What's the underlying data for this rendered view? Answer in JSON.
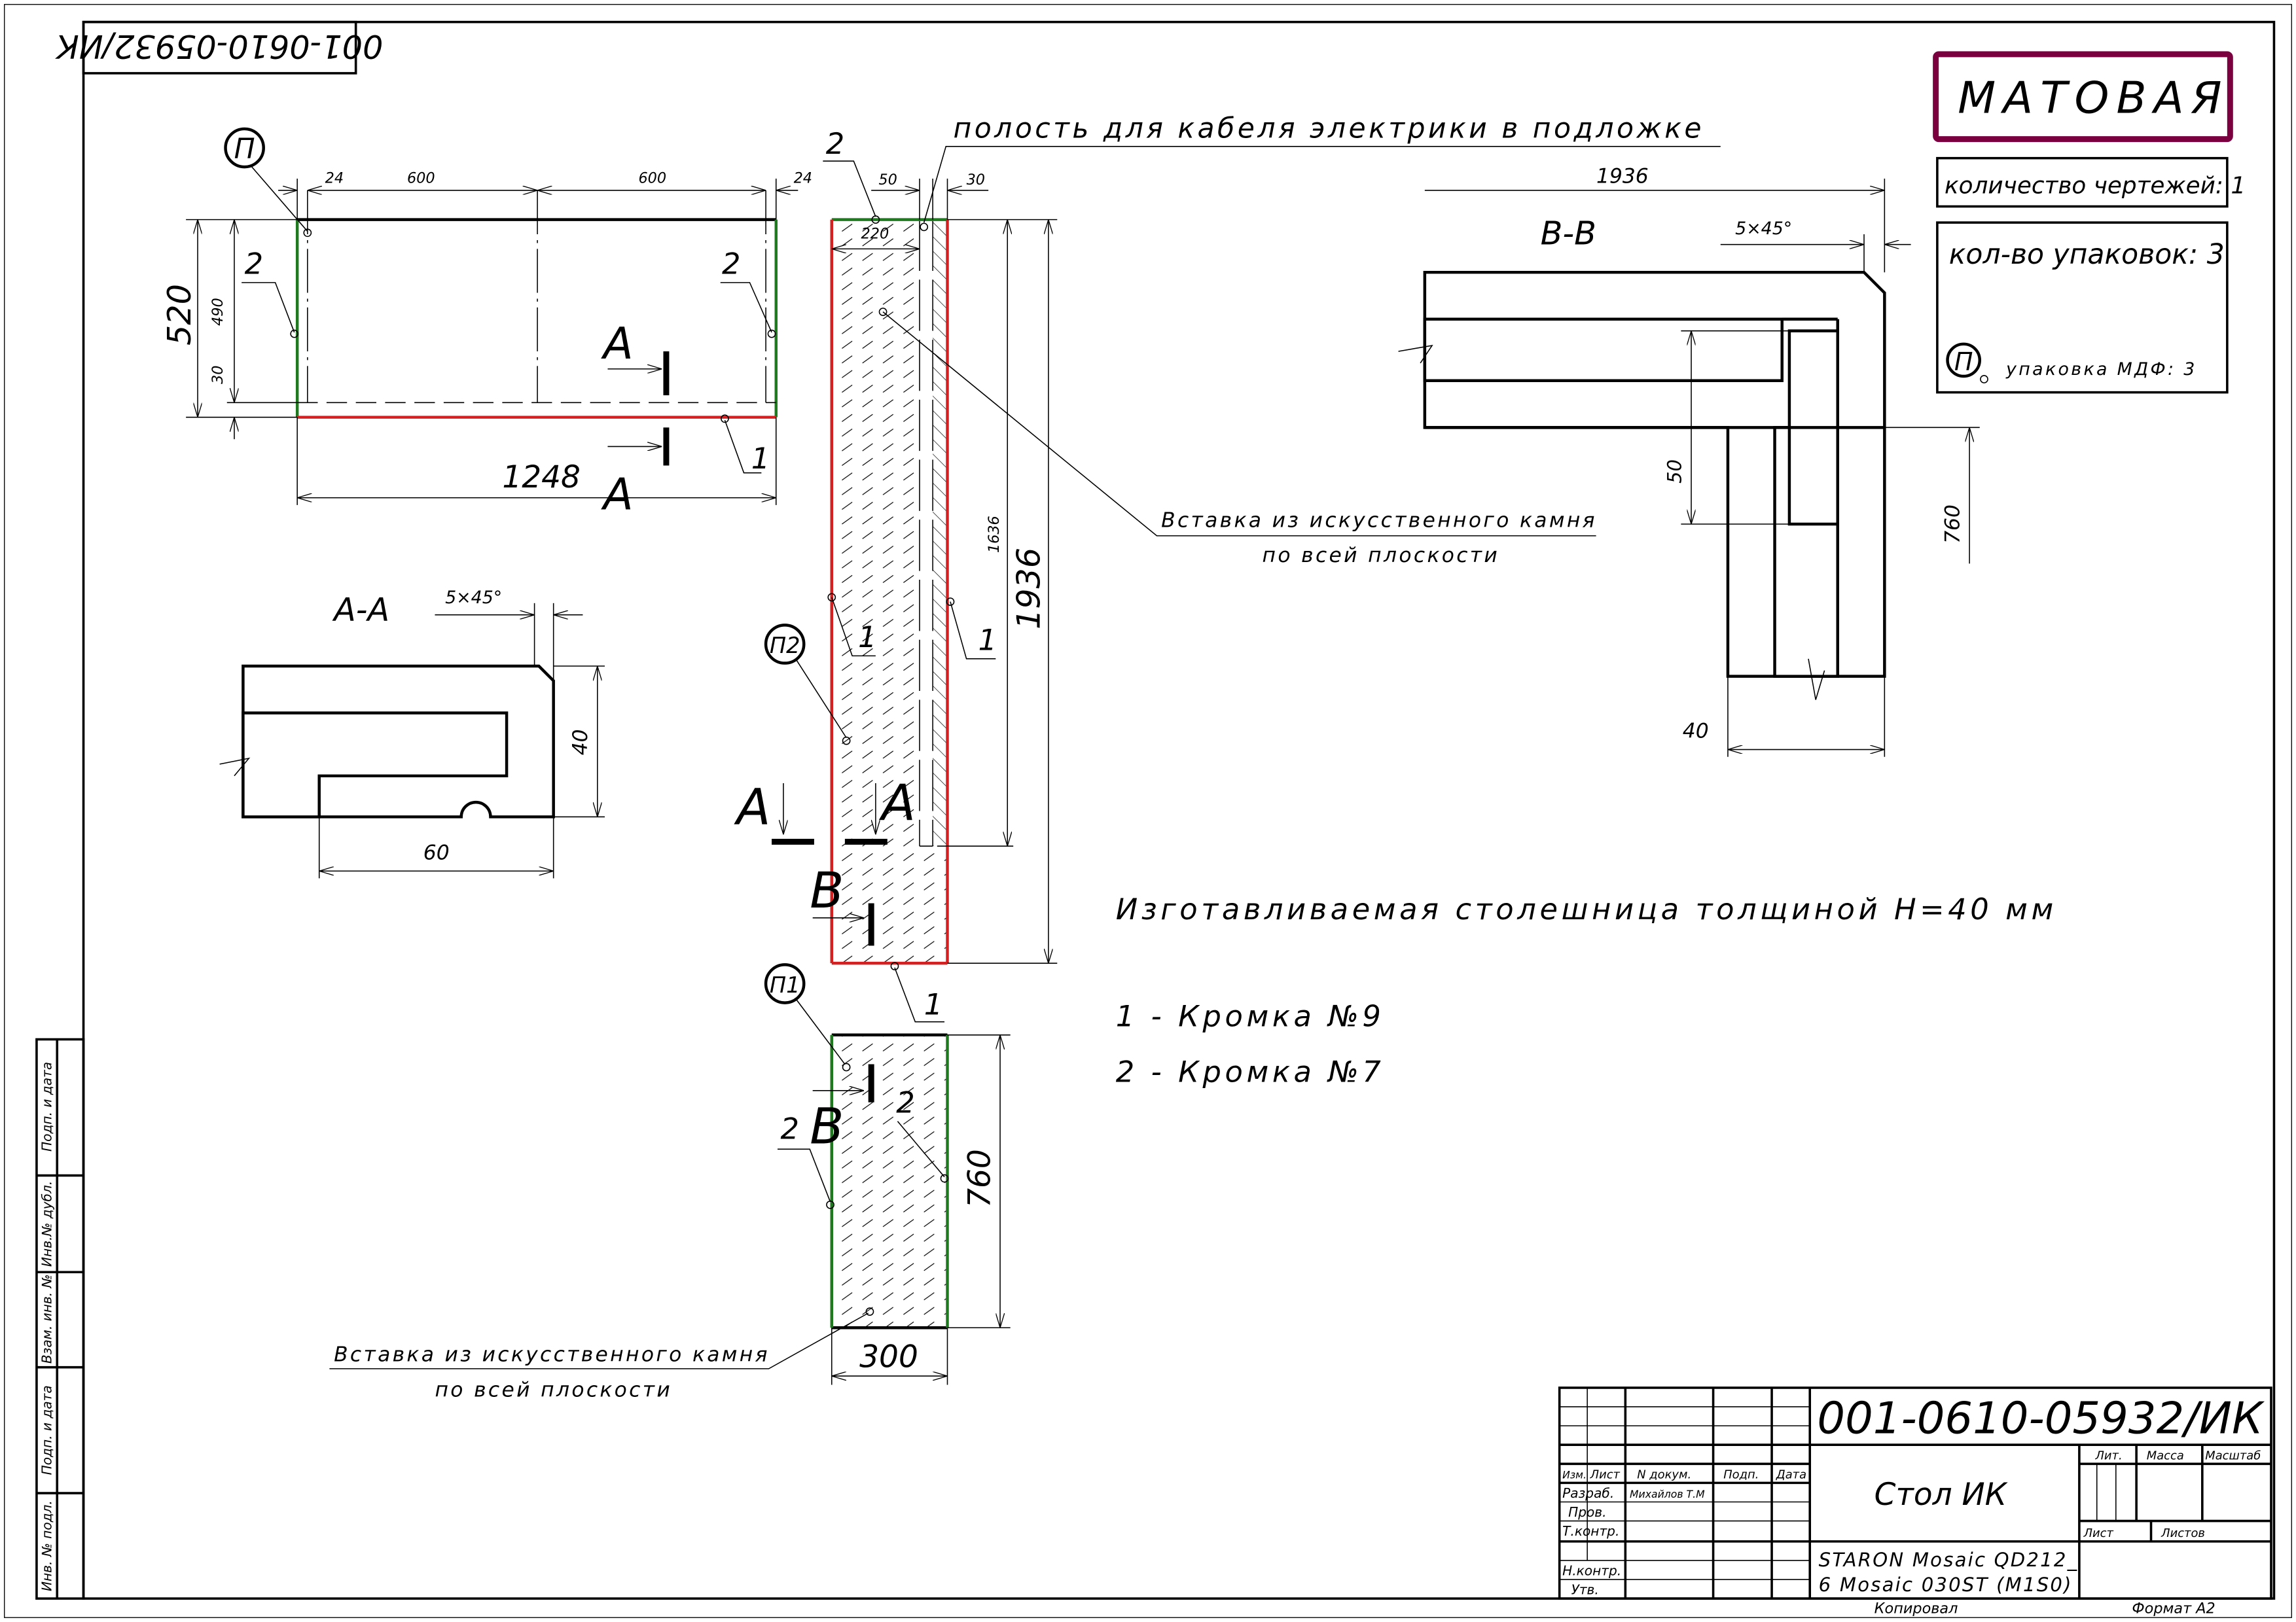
{
  "stamp_mirrored": "001-0610-05932/ИК",
  "finish": "МАТОВАЯ",
  "colors": {
    "finish_frame": "#7a0040",
    "edge_1": "#d42020",
    "edge_2": "#1f7a1f"
  },
  "info": {
    "drawings": "количество чертежей: 1",
    "packages": "кол-во упаковок: 3",
    "pkg_marker": "П",
    "pkg_mdf": "упаковка МДФ: 3"
  },
  "plan": {
    "marker": "П",
    "dim_offset_left": "24",
    "dim_600a": "600",
    "dim_600b": "600",
    "dim_offset_right": "24",
    "depth": "520",
    "inner_depth": "490",
    "edge_depth": "30",
    "length": "1248",
    "edge_left": "2",
    "edge_right": "2",
    "edge_front": "1",
    "section_top": "А",
    "section_bottom": "А"
  },
  "strip": {
    "edge_top": "2",
    "dim_50": "50",
    "dim_30": "30",
    "dim_220": "220",
    "dim_1636": "1636",
    "dim_1936": "1936",
    "edge_left": "1",
    "edge_right": "1",
    "marker": "П2",
    "section_a_left": "А",
    "section_a_right": "А",
    "section_b": "В",
    "edge_bottom": "1",
    "cable_note": "полость для кабеля электрики в подложке",
    "insert_note_1": "Вставка из искусственного камня",
    "insert_note_2": "по всей плоскости"
  },
  "lower": {
    "marker": "П1",
    "section_b": "В",
    "edge_left": "2",
    "edge_right": "2",
    "dim_760": "760",
    "dim_300": "300",
    "insert_note_1": "Вставка из искусственного камня",
    "insert_note_2": "по всей плоскости"
  },
  "section_aa": {
    "title": "А-А",
    "chamfer": "5×45°",
    "thickness": "40",
    "width": "60"
  },
  "section_bb": {
    "title": "В-В",
    "length": "1936",
    "chamfer": "5×45°",
    "dim_50": "50",
    "dim_760": "760",
    "thickness": "40"
  },
  "notes": {
    "thickness": "Изготавливаемая столешница толщиной Н=40 мм",
    "edge1": "1 - Кромка №9",
    "edge2": "2 - Кромка №7"
  },
  "title_block": {
    "doc_number": "001-0610-05932/ИК",
    "name": "Стол ИК",
    "material_1": "STARON Mosaic QD212_",
    "material_2": "6 Mosaic 030ST (M1S0)",
    "col_izm": "Изм.",
    "col_list": "Лист",
    "col_ndoc": "N докум.",
    "col_podp": "Подп.",
    "col_data": "Дата",
    "row_razrab": "Разраб.",
    "razrab_name": "Михайлов Т.М",
    "row_prov": "Пров.",
    "row_tkontr": "Т.контр.",
    "row_nkontr": "Н.контр.",
    "row_utv": "Утв.",
    "lit": "Лит.",
    "massa": "Масса",
    "masshtab": "Масштаб",
    "list": "Лист",
    "listov": "Листов",
    "kopiroval": "Копировал",
    "format": "Формат А2"
  },
  "side_column": [
    "Подп. и дата",
    "Инв.№ дубл.",
    "Взам. инв. №",
    "Подп. и дата",
    "Инв. № подл."
  ]
}
